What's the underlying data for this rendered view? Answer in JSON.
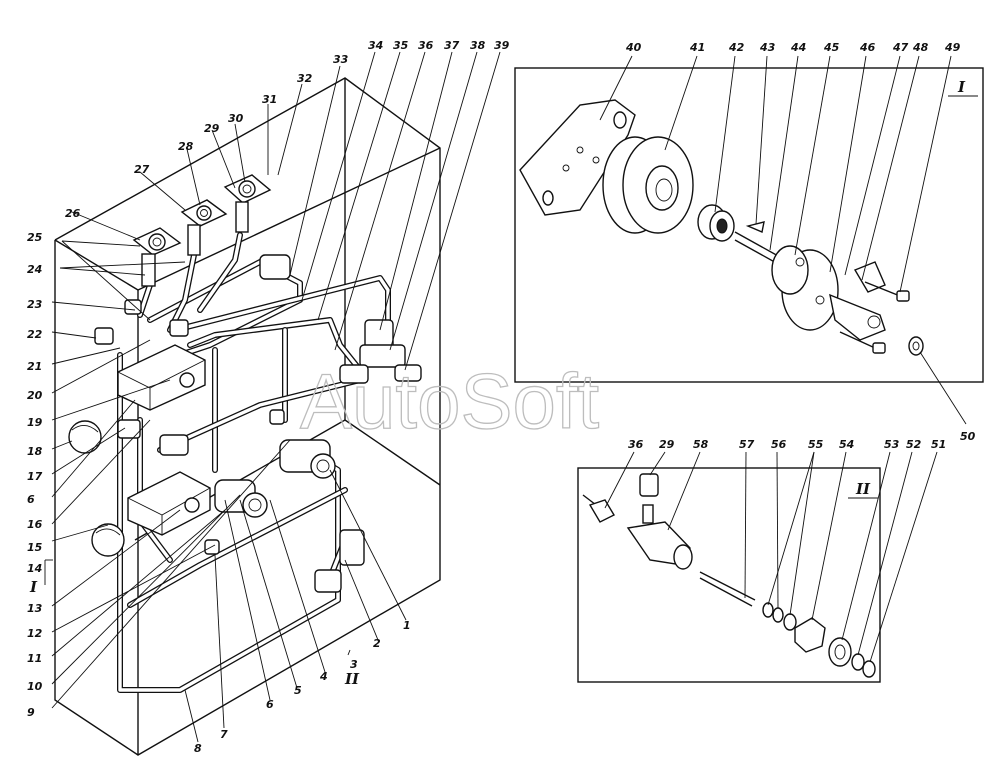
{
  "watermark": "AutoSoft",
  "main_callouts": [
    "1",
    "2",
    "3",
    "4",
    "5",
    "6",
    "7",
    "8",
    "9",
    "10",
    "11",
    "12",
    "13",
    "14",
    "15",
    "16",
    "17",
    "18",
    "19",
    "20",
    "21",
    "22",
    "23",
    "24",
    "25",
    "26",
    "27",
    "28",
    "29",
    "30",
    "31",
    "32",
    "33",
    "34",
    "35",
    "36",
    "37",
    "38",
    "39"
  ],
  "main_marks": {
    "roman_i": "I",
    "roman_ii": "II"
  },
  "inset_i": {
    "label": "I",
    "callouts": [
      "40",
      "41",
      "42",
      "43",
      "44",
      "45",
      "46",
      "47",
      "48",
      "49",
      "50"
    ]
  },
  "inset_ii": {
    "label": "II",
    "callouts": [
      "36",
      "29",
      "58",
      "57",
      "56",
      "55",
      "54",
      "53",
      "52",
      "51"
    ]
  }
}
